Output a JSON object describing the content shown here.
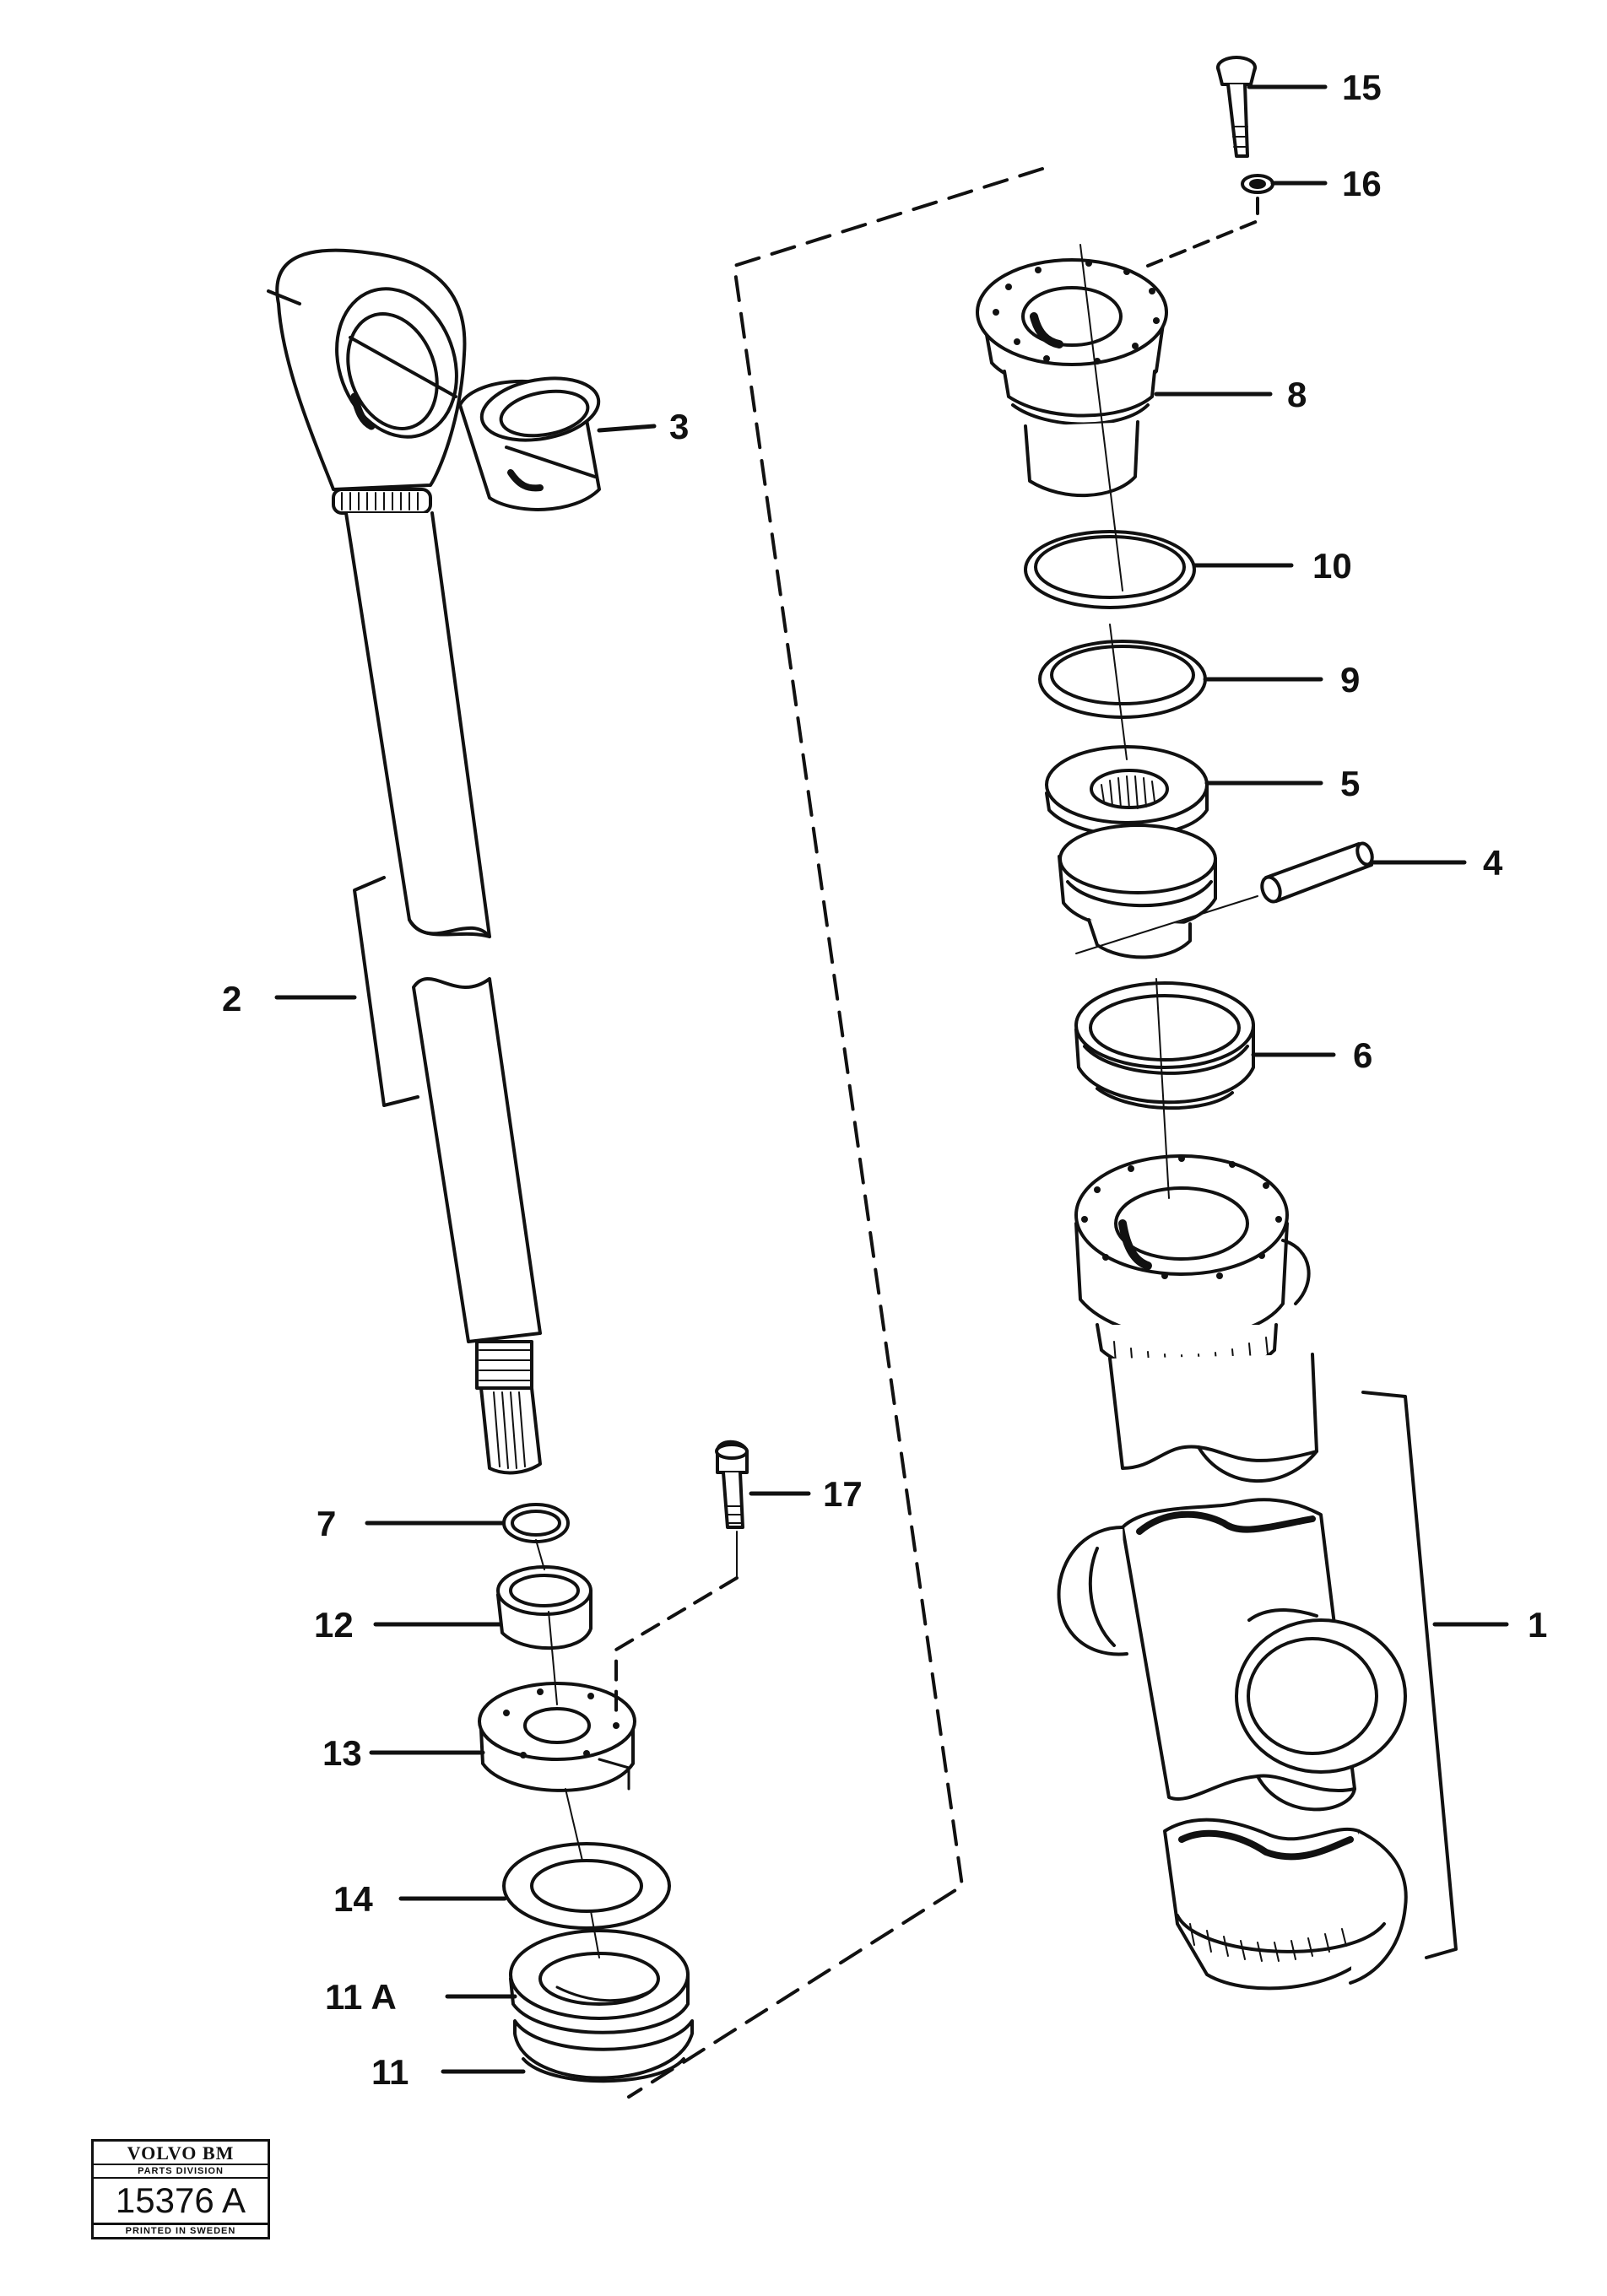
{
  "callouts": {
    "c1": "1",
    "c2": "2",
    "c3": "3",
    "c4": "4",
    "c5": "5",
    "c6": "6",
    "c7": "7",
    "c8": "8",
    "c9": "9",
    "c10": "10",
    "c11": "11",
    "c11a": "11 A",
    "c12": "12",
    "c13": "13",
    "c14": "14",
    "c15": "15",
    "c16": "16",
    "c17": "17"
  },
  "stamp": {
    "brand": "VOLVO BM",
    "division": "PARTS DIVISION",
    "code": "15376 A",
    "printed": "PRINTED IN SWEDEN"
  }
}
